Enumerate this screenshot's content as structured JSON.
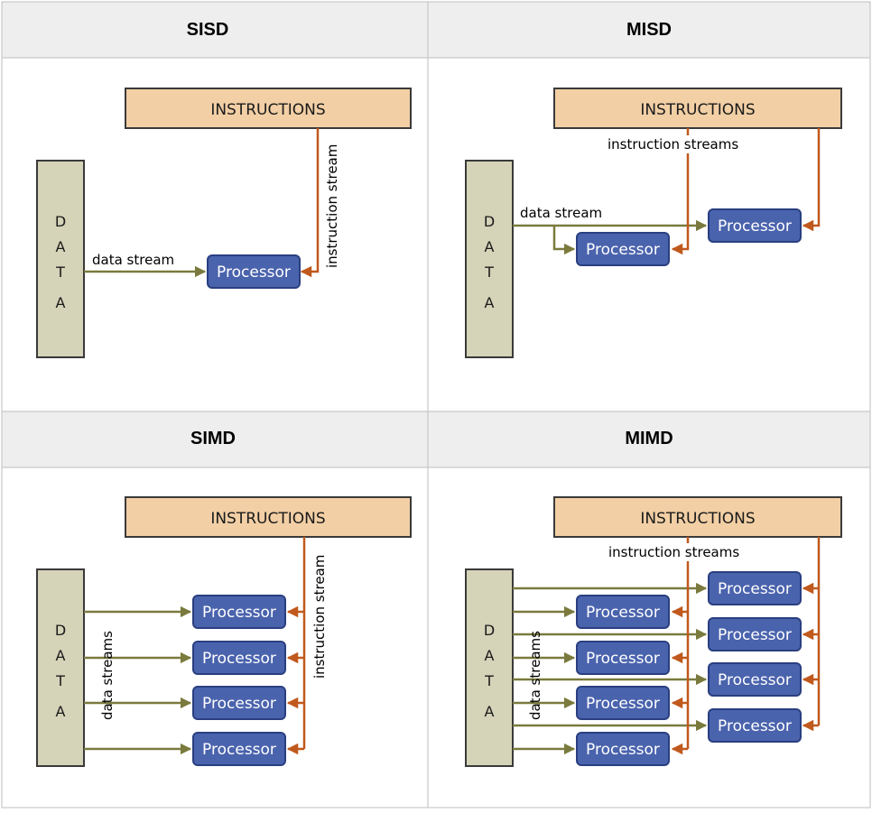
{
  "quadrants": {
    "sisd": {
      "title": "SISD",
      "instructions": "INSTRUCTIONS",
      "data": [
        "D",
        "A",
        "T",
        "A"
      ],
      "data_label": "data stream",
      "instr_label": "instruction  stream",
      "processor": "Processor"
    },
    "misd": {
      "title": "MISD",
      "instructions": "INSTRUCTIONS",
      "data": [
        "D",
        "A",
        "T",
        "A"
      ],
      "data_label": "data stream",
      "instr_label": "instruction  streams",
      "processors": [
        "Processor",
        "Processor"
      ]
    },
    "simd": {
      "title": "SIMD",
      "instructions": "INSTRUCTIONS",
      "data": [
        "D",
        "A",
        "T",
        "A"
      ],
      "data_label": "data streams",
      "instr_label": "instruction  stream",
      "processors": [
        "Processor",
        "Processor",
        "Processor",
        "Processor"
      ]
    },
    "mimd": {
      "title": "MIMD",
      "instructions": "INSTRUCTIONS",
      "data": [
        "D",
        "A",
        "T",
        "A"
      ],
      "data_label": "data streams",
      "instr_label": "instruction  streams",
      "processors_left": [
        "Processor",
        "Processor",
        "Processor",
        "Processor"
      ],
      "processors_right": [
        "Processor",
        "Processor",
        "Processor",
        "Processor"
      ]
    }
  },
  "colors": {
    "processor": "#4a63ad",
    "instructions": "#f2cfa5",
    "data": "#d5d3b8",
    "data_stream": "#7a7a3e",
    "instruction_stream": "#c0591d",
    "header": "#eeeeee"
  }
}
